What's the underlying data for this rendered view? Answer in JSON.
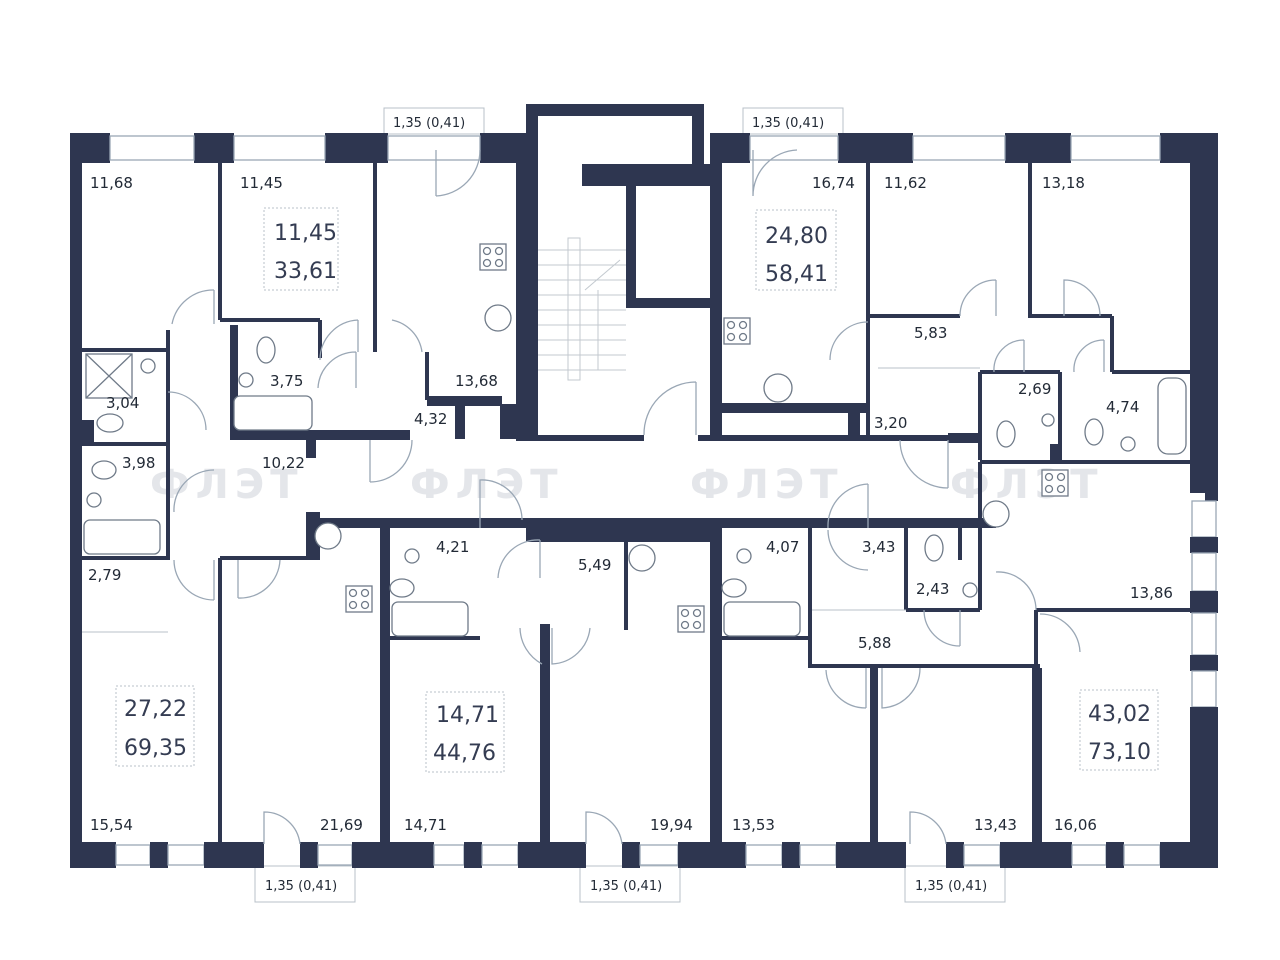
{
  "rooms": [
    {
      "id": "r1",
      "label": "11,68"
    },
    {
      "id": "r2",
      "label": "11,45"
    },
    {
      "id": "r3",
      "label": "16,74"
    },
    {
      "id": "r4",
      "label": "11,62"
    },
    {
      "id": "r5",
      "label": "13,18"
    },
    {
      "id": "r6",
      "label": "3,75"
    },
    {
      "id": "r7",
      "label": "13,68"
    },
    {
      "id": "r8",
      "label": "4,32"
    },
    {
      "id": "r9",
      "label": "5,83"
    },
    {
      "id": "r10",
      "label": "2,69"
    },
    {
      "id": "r11",
      "label": "4,74"
    },
    {
      "id": "r12",
      "label": "3,04"
    },
    {
      "id": "r13",
      "label": "3,98"
    },
    {
      "id": "r14",
      "label": "10,22"
    },
    {
      "id": "r15",
      "label": "3,20"
    },
    {
      "id": "r16",
      "label": "4,21"
    },
    {
      "id": "r17",
      "label": "5,49"
    },
    {
      "id": "r18",
      "label": "4,07"
    },
    {
      "id": "r19",
      "label": "3,43"
    },
    {
      "id": "r20",
      "label": "2,43"
    },
    {
      "id": "r21",
      "label": "13,86"
    },
    {
      "id": "r22",
      "label": "2,79"
    },
    {
      "id": "r23",
      "label": "5,88"
    },
    {
      "id": "r24",
      "label": "15,54"
    },
    {
      "id": "r25",
      "label": "21,69"
    },
    {
      "id": "r26",
      "label": "14,71"
    },
    {
      "id": "r27",
      "label": "19,94"
    },
    {
      "id": "r28",
      "label": "13,53"
    },
    {
      "id": "r29",
      "label": "13,43"
    },
    {
      "id": "r30",
      "label": "16,06"
    }
  ],
  "apartments": [
    {
      "id": "a1",
      "living": "11,45",
      "total": "33,61"
    },
    {
      "id": "a2",
      "living": "24,80",
      "total": "58,41"
    },
    {
      "id": "a3",
      "living": "27,22",
      "total": "69,35"
    },
    {
      "id": "a4",
      "living": "14,71",
      "total": "44,76"
    },
    {
      "id": "a5",
      "living": "43,02",
      "total": "73,10"
    }
  ],
  "balconies": [
    {
      "id": "b1",
      "label": "1,35  (0,41)"
    },
    {
      "id": "b2",
      "label": "1,35  (0,41)"
    },
    {
      "id": "b3",
      "label": "1,35  (0,41)"
    },
    {
      "id": "b4",
      "label": "1,35  (0,41)"
    },
    {
      "id": "b5",
      "label": "1,35  (0,41)"
    }
  ],
  "watermark": "ФЛЭТ",
  "colors": {
    "wall": "#2e3650",
    "window": "#9aa7b5",
    "text": "#222a36"
  }
}
